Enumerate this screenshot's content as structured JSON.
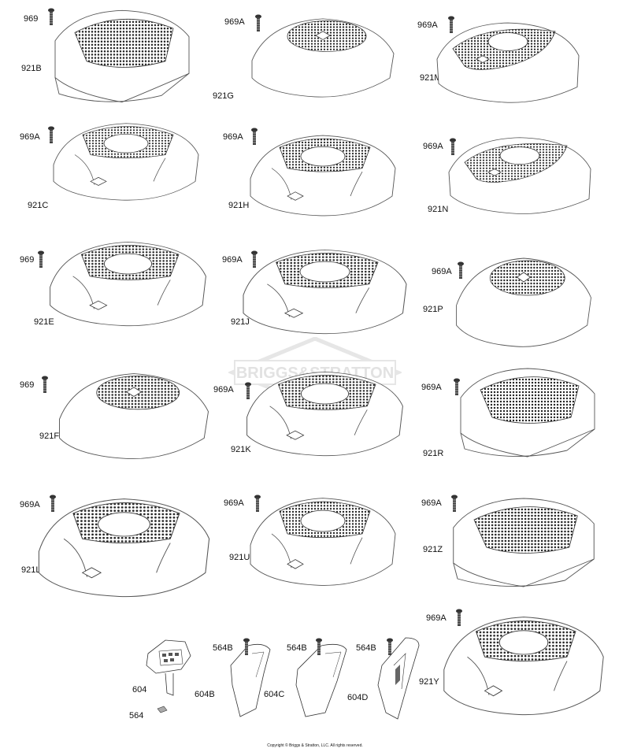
{
  "watermark": "BRIGGS&STRATTON",
  "copyright": "Copyright © Briggs & Stratton, LLC. All rights reserved.",
  "parts": [
    {
      "id": "921b",
      "cover": "921B",
      "screw": "969",
      "style": "grille-flat"
    },
    {
      "id": "921g",
      "cover": "921G",
      "screw": "969A",
      "style": "round-top"
    },
    {
      "id": "921m",
      "cover": "921M",
      "screw": "969A",
      "style": "mesh-oval"
    },
    {
      "id": "921c",
      "cover": "921C",
      "screw": "969A",
      "style": "vented"
    },
    {
      "id": "921h",
      "cover": "921H",
      "screw": "969A",
      "style": "vented"
    },
    {
      "id": "921n",
      "cover": "921N",
      "screw": "969A",
      "style": "mesh-oval"
    },
    {
      "id": "921e",
      "cover": "921E",
      "screw": "969",
      "style": "vented"
    },
    {
      "id": "921j",
      "cover": "921J",
      "screw": "969A",
      "style": "vented"
    },
    {
      "id": "921p",
      "cover": "921P",
      "screw": "969A",
      "style": "round-top"
    },
    {
      "id": "921f",
      "cover": "921F",
      "screw": "969",
      "style": "round-top"
    },
    {
      "id": "921k",
      "cover": "921K",
      "screw": "969A",
      "style": "vented"
    },
    {
      "id": "921r",
      "cover": "921R",
      "screw": "969A",
      "style": "grille-flat"
    },
    {
      "id": "921l",
      "cover": "921L",
      "screw": "969A",
      "style": "vented"
    },
    {
      "id": "921u",
      "cover": "921U",
      "screw": "969A",
      "style": "vented"
    },
    {
      "id": "921z",
      "cover": "921Z",
      "screw": "969A",
      "style": "grille-flat"
    },
    {
      "id": "921y",
      "cover": "921Y",
      "screw": "969A",
      "style": "vented"
    }
  ],
  "bottom": {
    "p604": "604",
    "p564": "564",
    "p604b": "604B",
    "s604b": "564B",
    "p604c": "604C",
    "s604c": "564B",
    "p604d": "604D",
    "s604d": "564B"
  }
}
